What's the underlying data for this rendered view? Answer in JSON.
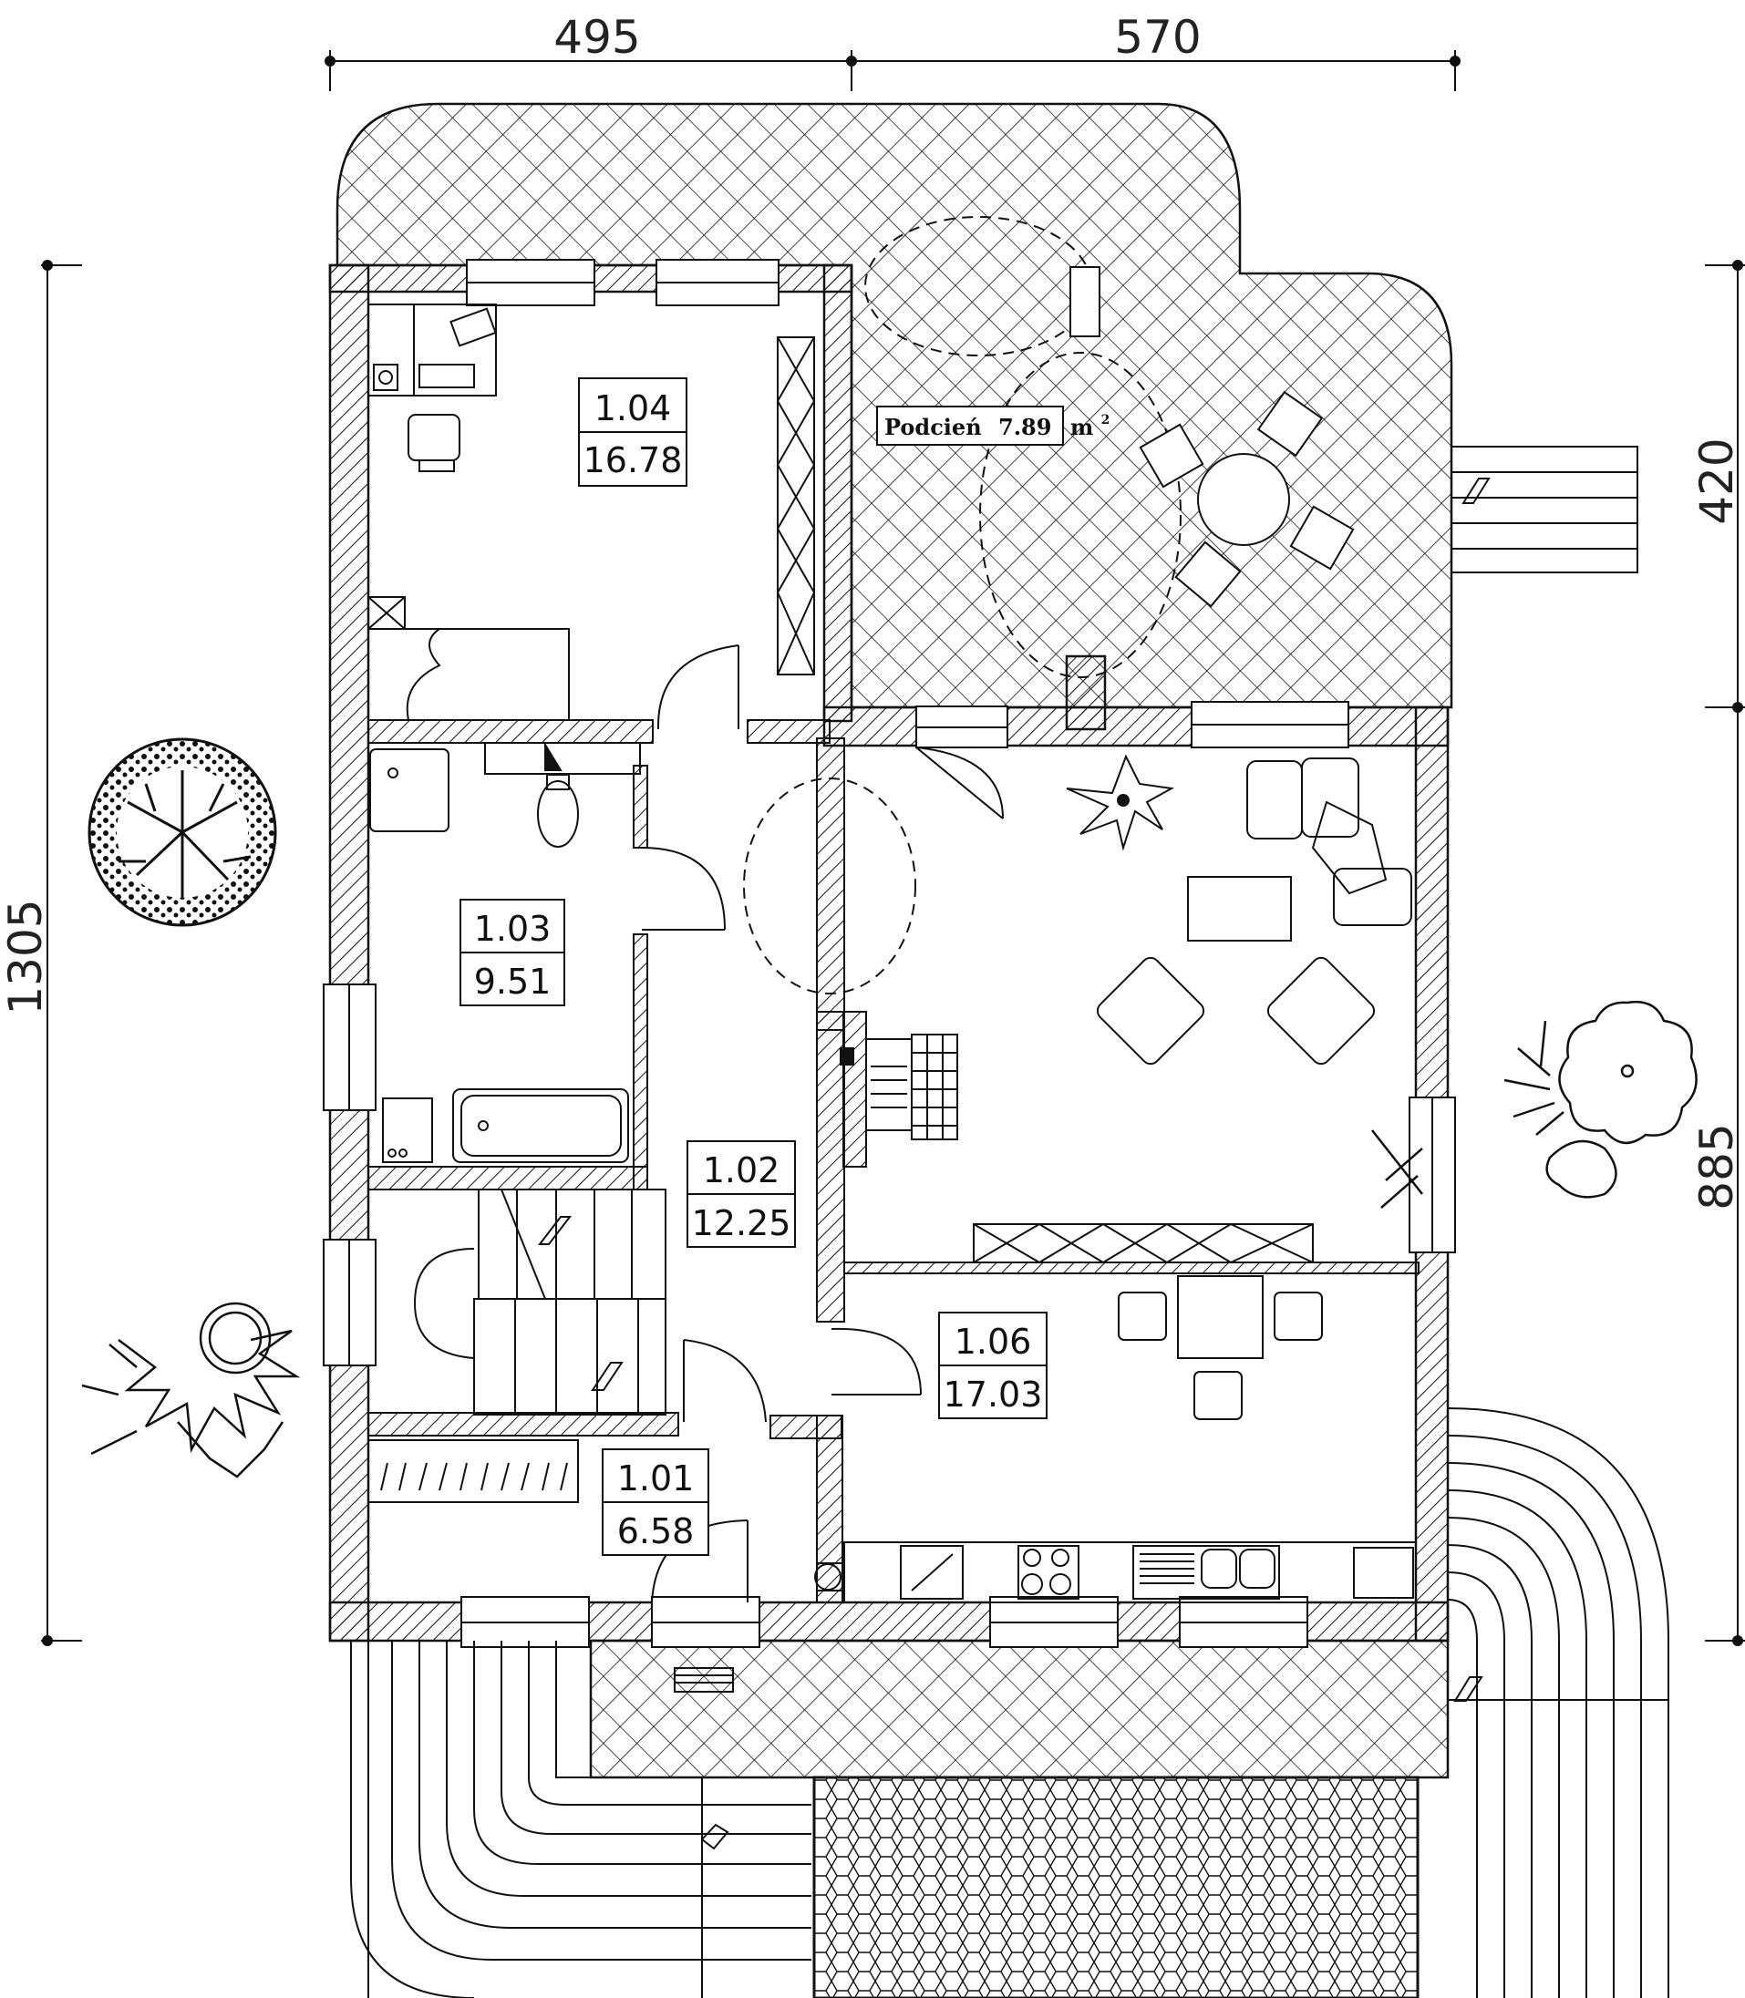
{
  "dimensions": {
    "top_left": "495",
    "top_right": "570",
    "left": "1305",
    "right_top": "420",
    "right_bottom": "885"
  },
  "rooms": [
    {
      "number": "1.04",
      "area": "16.78"
    },
    {
      "number": "1.03",
      "area": "9.51"
    },
    {
      "number": "1.02",
      "area": "12.25"
    },
    {
      "number": "1.06",
      "area": "17.03"
    },
    {
      "number": "1.01",
      "area": "6.58"
    }
  ],
  "porch": {
    "label": "Podcień",
    "area": "7.89",
    "unit": "m",
    "superscript": "2"
  }
}
